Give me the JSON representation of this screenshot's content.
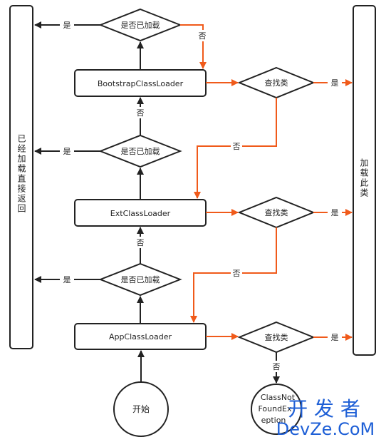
{
  "colors": {
    "stroke": "#222222",
    "arrow_black": "#222222",
    "arrow_orange": "#f05a1a",
    "watermark": "#1e5fd6",
    "background": "#ffffff"
  },
  "left_panel": {
    "text": "已经加载直接返回"
  },
  "right_panel": {
    "text": "加载此类"
  },
  "loaders": {
    "bootstrap": "BootstrapClassLoader",
    "ext": "ExtClassLoader",
    "app": "AppClassLoader"
  },
  "decisions": {
    "loaded": "是否已加载",
    "find": "查找类"
  },
  "labels": {
    "yes": "是",
    "no": "否"
  },
  "start": {
    "text": "开始"
  },
  "end": {
    "line1": "ClassNot",
    "line2": "FoundEx",
    "line3": "eption"
  },
  "watermark": {
    "line1": "开 发 者",
    "line2": "DevZe.CoM"
  }
}
